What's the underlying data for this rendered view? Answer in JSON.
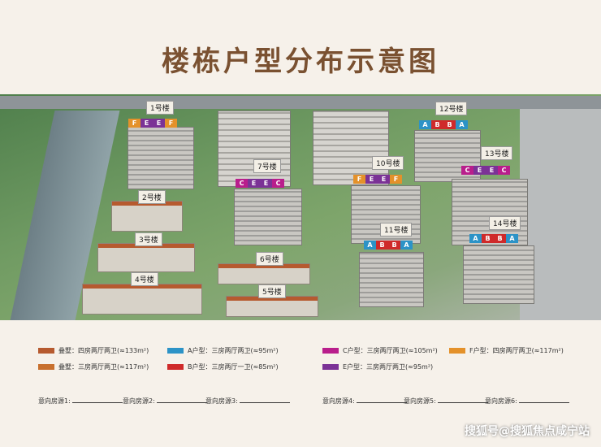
{
  "title": "楼栋户型分布示意图",
  "buildings": [
    {
      "label": "1号楼",
      "units": [
        "F",
        "E",
        "E",
        "F"
      ]
    },
    {
      "label": "2号楼"
    },
    {
      "label": "3号楼"
    },
    {
      "label": "4号楼"
    },
    {
      "label": "5号楼"
    },
    {
      "label": "6号楼"
    },
    {
      "label": "7号楼",
      "units": [
        "C",
        "E",
        "E",
        "C"
      ]
    },
    {
      "label": "10号楼",
      "units": [
        "F",
        "E",
        "E",
        "F"
      ]
    },
    {
      "label": "11号楼",
      "units": [
        "A",
        "B",
        "B",
        "A"
      ]
    },
    {
      "label": "12号楼",
      "units": [
        "A",
        "B",
        "B",
        "A"
      ]
    },
    {
      "label": "13号楼",
      "units": [
        "C",
        "E",
        "E",
        "C"
      ]
    },
    {
      "label": "14号楼",
      "units": [
        "A",
        "B",
        "B",
        "A"
      ]
    }
  ],
  "legend": [
    {
      "label": "叠墅：四房两厅两卫(≈133m²)",
      "color": "#b65a2f"
    },
    {
      "label": "A户型：三房两厅两卫(≈95m²)",
      "color": "#2c93c7"
    },
    {
      "label": "C户型：三房两厅两卫(≈105m²)",
      "color": "#b91e8c"
    },
    {
      "label": "F户型：四房两厅两卫(≈117m²)",
      "color": "#e4912a"
    },
    {
      "label": "叠墅：三房两厅两卫(≈117m²)",
      "color": "#c8702e"
    },
    {
      "label": "B户型：三房两厅一卫(≈85m²)",
      "color": "#cf2a2a"
    },
    {
      "label": "E户型：三房两厅两卫(≈95m²)",
      "color": "#7b3296"
    }
  ],
  "fill_fields": [
    "意向房源1:",
    "意向房源2:",
    "意向房源3:",
    "意向房源4:",
    "意向房源5:",
    "意向房源6:"
  ],
  "watermark": "搜狐号@搜狐焦点咸宁站"
}
